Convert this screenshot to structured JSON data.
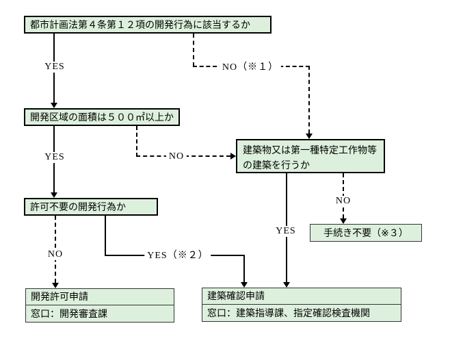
{
  "diagram": {
    "background": "#ffffff",
    "colors": {
      "box_fill": "#ddf0dd",
      "box_border": "#000000",
      "line": "#000000"
    },
    "nodes": {
      "q1": {
        "text": "都市計画法第４条第１２項の開発行為に該当するか"
      },
      "q2": {
        "text": "開発区域の面積は５００㎡以上か"
      },
      "q3": {
        "text": "許可不要の開発行為か"
      },
      "q4": {
        "line1": "建築物又は第一種特定工作物等",
        "line2": "の建築を行うか"
      },
      "no_procedure": {
        "text": "手続き不要（※３）"
      },
      "development_permit": {
        "title": "開発許可申請",
        "desk": "窓口：開発審査課"
      },
      "building_confirmation": {
        "title": "建築確認申請",
        "desk": "窓口：建築指導課、指定確認検査機関"
      }
    },
    "edges": [
      {
        "from": "q1",
        "to": "q2",
        "label": "YES",
        "style": "solid"
      },
      {
        "from": "q1",
        "to": "q4",
        "label": "NO（※１）",
        "style": "dashed"
      },
      {
        "from": "q2",
        "to": "q3",
        "label": "YES",
        "style": "solid"
      },
      {
        "from": "q2",
        "to": "q4",
        "label": "NO",
        "style": "dashed"
      },
      {
        "from": "q3",
        "to": "development_permit",
        "label": "NO",
        "style": "dashed"
      },
      {
        "from": "q3",
        "to": "building_confirmation",
        "label": "YES（※２）",
        "style": "solid"
      },
      {
        "from": "q4",
        "to": "building_confirmation",
        "label": "YES",
        "style": "solid"
      },
      {
        "from": "q4",
        "to": "no_procedure",
        "label": "NO",
        "style": "dashed"
      }
    ]
  }
}
